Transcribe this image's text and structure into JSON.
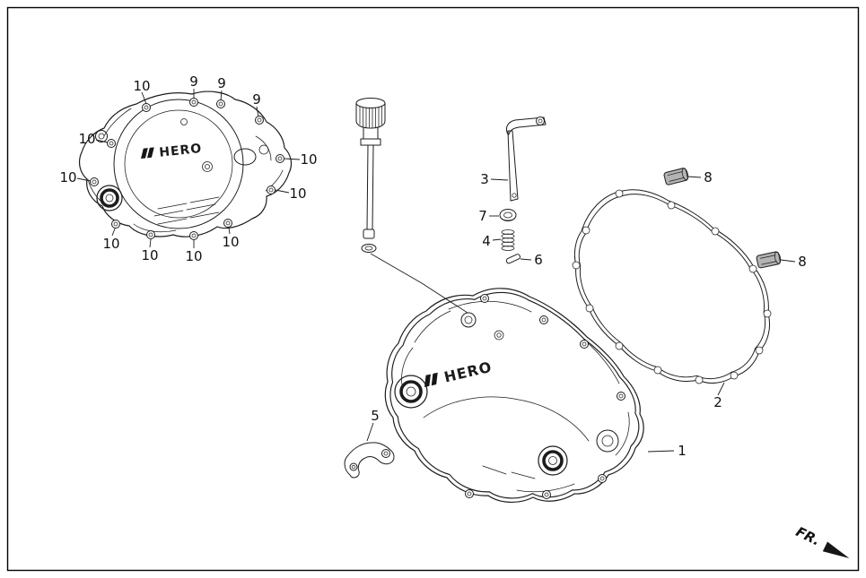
{
  "diagram": {
    "background": "#ffffff",
    "line_color": "#1c1c1c",
    "logo_text": "HERO",
    "fr_label": "FR.",
    "callouts": [
      {
        "label": "10"
      },
      {
        "label": "9"
      },
      {
        "label": "9"
      },
      {
        "label": "9"
      },
      {
        "label": "10"
      },
      {
        "label": "10"
      },
      {
        "label": "10"
      },
      {
        "label": "10"
      },
      {
        "label": "10"
      },
      {
        "label": "10"
      },
      {
        "label": "10"
      },
      {
        "label": "10"
      },
      {
        "label": "3"
      },
      {
        "label": "7"
      },
      {
        "label": "4"
      },
      {
        "label": "6"
      },
      {
        "label": "8"
      },
      {
        "label": "8"
      },
      {
        "label": "2"
      },
      {
        "label": "1"
      },
      {
        "label": "5"
      }
    ]
  }
}
